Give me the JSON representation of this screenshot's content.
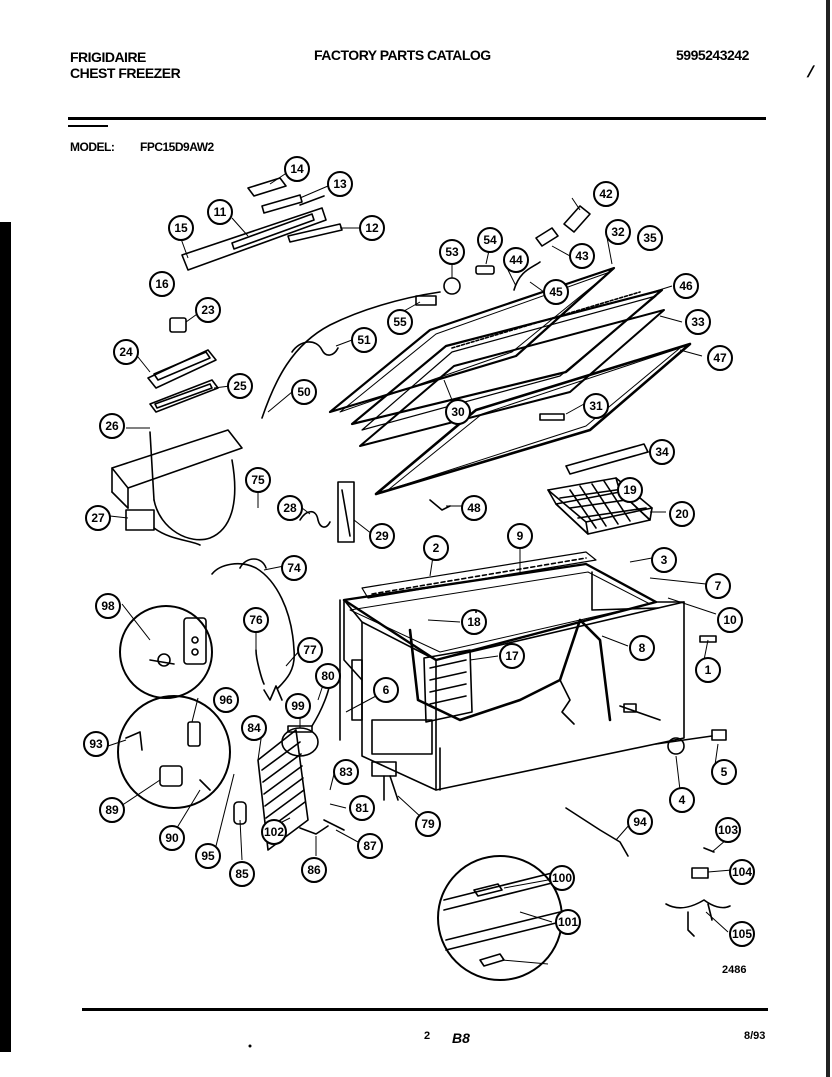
{
  "header": {
    "brand": "FRIGIDAIRE",
    "product": "CHEST FREEZER",
    "catalog": "FACTORY PARTS CATALOG",
    "catalog_no": "5995243242",
    "model_label": "MODEL:",
    "model": "FPC15D9AW2"
  },
  "footer": {
    "page": "2",
    "code": "B8",
    "date": "8/93",
    "figure_no": "2486"
  },
  "callouts": [
    "14",
    "13",
    "11",
    "12",
    "15",
    "16",
    "23",
    "24",
    "25",
    "26",
    "27",
    "42",
    "32",
    "35",
    "53",
    "54",
    "44",
    "43",
    "45",
    "46",
    "55",
    "33",
    "51",
    "50",
    "47",
    "30",
    "31",
    "34",
    "75",
    "28",
    "29",
    "48",
    "19",
    "20",
    "74",
    "98",
    "76",
    "77",
    "80",
    "2",
    "9",
    "3",
    "7",
    "10",
    "18",
    "17",
    "8",
    "1",
    "6",
    "96",
    "93",
    "84",
    "99",
    "83",
    "81",
    "89",
    "90",
    "95",
    "102",
    "85",
    "86",
    "87",
    "79",
    "94",
    "4",
    "5",
    "103",
    "104",
    "105",
    "100",
    "101"
  ]
}
